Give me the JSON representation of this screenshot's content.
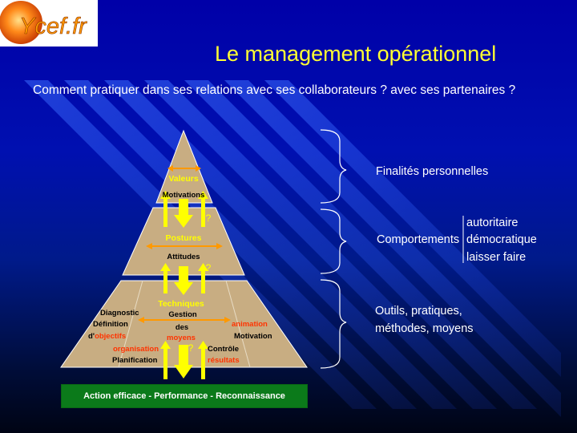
{
  "logo": {
    "text": "Ycef.fr"
  },
  "title": "Le management opérationnel",
  "subtitle": "Comment pratiquer dans ses relations avec ses collaborateurs ? avec ses partenaires ?",
  "pyramid": {
    "top": {
      "label": "Valeurs",
      "sub": "Motivations"
    },
    "middle": {
      "label": "Postures",
      "sub": "Attitudes"
    },
    "bottom": {
      "label": "Techniques",
      "diagnostic": "Diagnostic",
      "definition": "Définition",
      "d_prefix": "d'",
      "objectifs": "objectifs",
      "organisation": "organisation",
      "planification": "Planification",
      "gestion": "Gestion",
      "des": "des",
      "moyens": "moyens",
      "animation": "animation",
      "motivation": "Motivation",
      "controle": "Contrôle",
      "resultats": "résultats"
    },
    "question_mark": "?"
  },
  "banner": "Action efficace - Performance - Reconnaissance",
  "right": {
    "finalites": "Finalités personnelles",
    "comportements": "Comportements",
    "styles": [
      "autoritaire",
      "démocratique",
      "laisser faire"
    ],
    "outils_line1": "Outils, pratiques,",
    "outils_line2": "méthodes, moyens"
  },
  "colors": {
    "title": "#ffff33",
    "pyramid_fill": "#c8ad82",
    "label_yellow": "#ffff00",
    "label_red": "#ff3300",
    "arrow_orange": "#ff9900",
    "banner_green": "#0b7a1a"
  }
}
